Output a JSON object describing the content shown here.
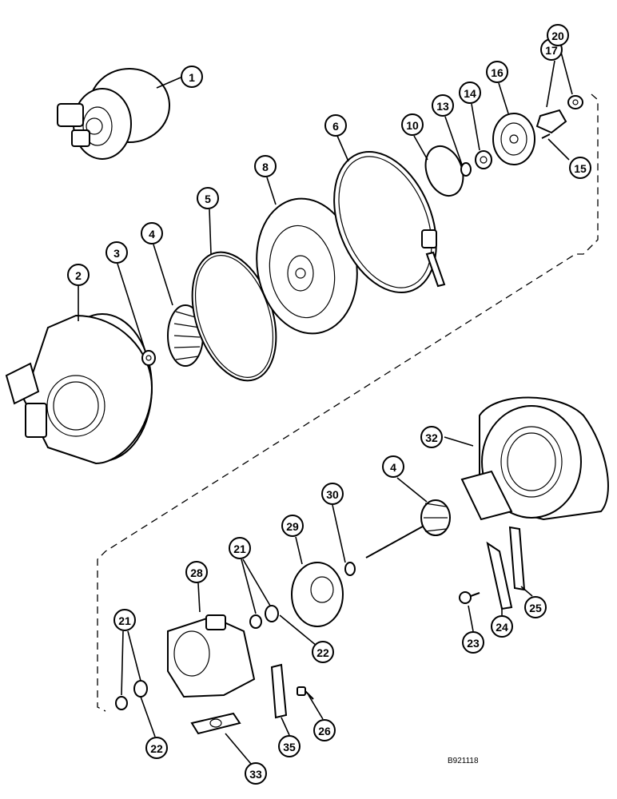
{
  "figure_code": "B921118",
  "callouts": [
    {
      "id": "c1",
      "label": "1"
    },
    {
      "id": "c2",
      "label": "2"
    },
    {
      "id": "c3",
      "label": "3"
    },
    {
      "id": "c4a",
      "label": "4"
    },
    {
      "id": "c5",
      "label": "5"
    },
    {
      "id": "c8",
      "label": "8"
    },
    {
      "id": "c6",
      "label": "6"
    },
    {
      "id": "c10",
      "label": "10"
    },
    {
      "id": "c13",
      "label": "13"
    },
    {
      "id": "c14",
      "label": "14"
    },
    {
      "id": "c16",
      "label": "16"
    },
    {
      "id": "c17",
      "label": "17"
    },
    {
      "id": "c20",
      "label": "20"
    },
    {
      "id": "c15",
      "label": "15"
    },
    {
      "id": "c32",
      "label": "32"
    },
    {
      "id": "c4b",
      "label": "4"
    },
    {
      "id": "c30",
      "label": "30"
    },
    {
      "id": "c29",
      "label": "29"
    },
    {
      "id": "c21a",
      "label": "21"
    },
    {
      "id": "c28",
      "label": "28"
    },
    {
      "id": "c22a",
      "label": "22"
    },
    {
      "id": "c21b",
      "label": "21"
    },
    {
      "id": "c22b",
      "label": "22"
    },
    {
      "id": "c23",
      "label": "23"
    },
    {
      "id": "c24",
      "label": "24"
    },
    {
      "id": "c25",
      "label": "25"
    },
    {
      "id": "c26",
      "label": "26"
    },
    {
      "id": "c35",
      "label": "35"
    },
    {
      "id": "c33",
      "label": "33"
    }
  ]
}
